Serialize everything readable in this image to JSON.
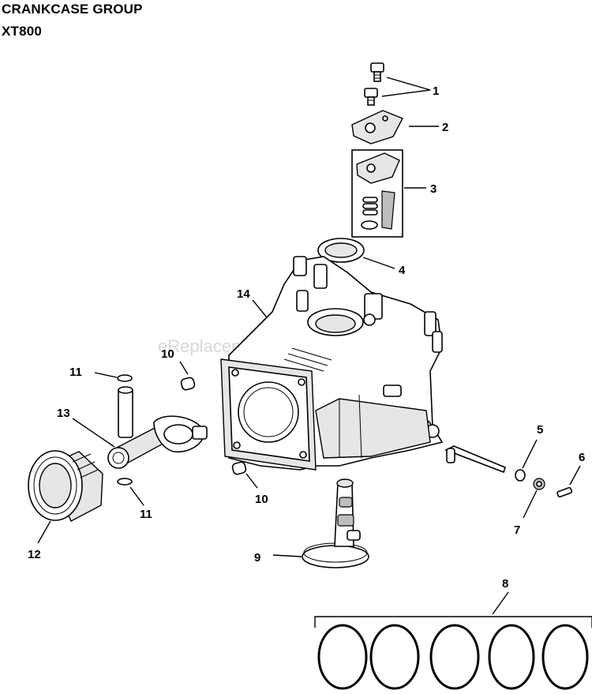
{
  "header": {
    "title": "CRANKCASE GROUP",
    "model": "XT800"
  },
  "watermark": "eReplacementParts.com",
  "callouts": {
    "c1": "1",
    "c2": "2",
    "c3": "3",
    "c4": "4",
    "c5": "5",
    "c6": "6",
    "c7": "7",
    "c8": "8",
    "c9": "9",
    "c10a": "10",
    "c10b": "10",
    "c11a": "11",
    "c11b": "11",
    "c12": "12",
    "c13": "13",
    "c14": "14"
  }
}
